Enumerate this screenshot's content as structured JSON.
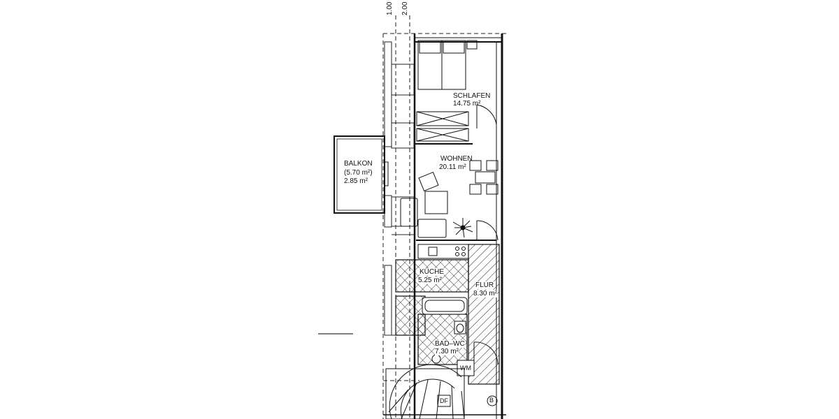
{
  "dimensions": {
    "first": "1.00",
    "second": "2.00"
  },
  "rooms": {
    "schlafen": {
      "name": "SCHLAFEN",
      "area": "14.75 m²"
    },
    "wohnen": {
      "name": "WOHNEN",
      "area": "20.11 m²"
    },
    "balkon": {
      "name": "BALKON",
      "area_full": "(5.70 m²)",
      "area_half": "2.85 m²"
    },
    "kueche": {
      "name": "KÜCHE",
      "area": "5.25 m²"
    },
    "flur": {
      "name": "FLUR",
      "area": "8.30 m²"
    },
    "bad": {
      "name": "BAD–WC",
      "area": "7.30 m²"
    }
  },
  "fixtures": {
    "washing_machine": "WM",
    "stair_marker": "DF",
    "boiler_marker": "B"
  }
}
